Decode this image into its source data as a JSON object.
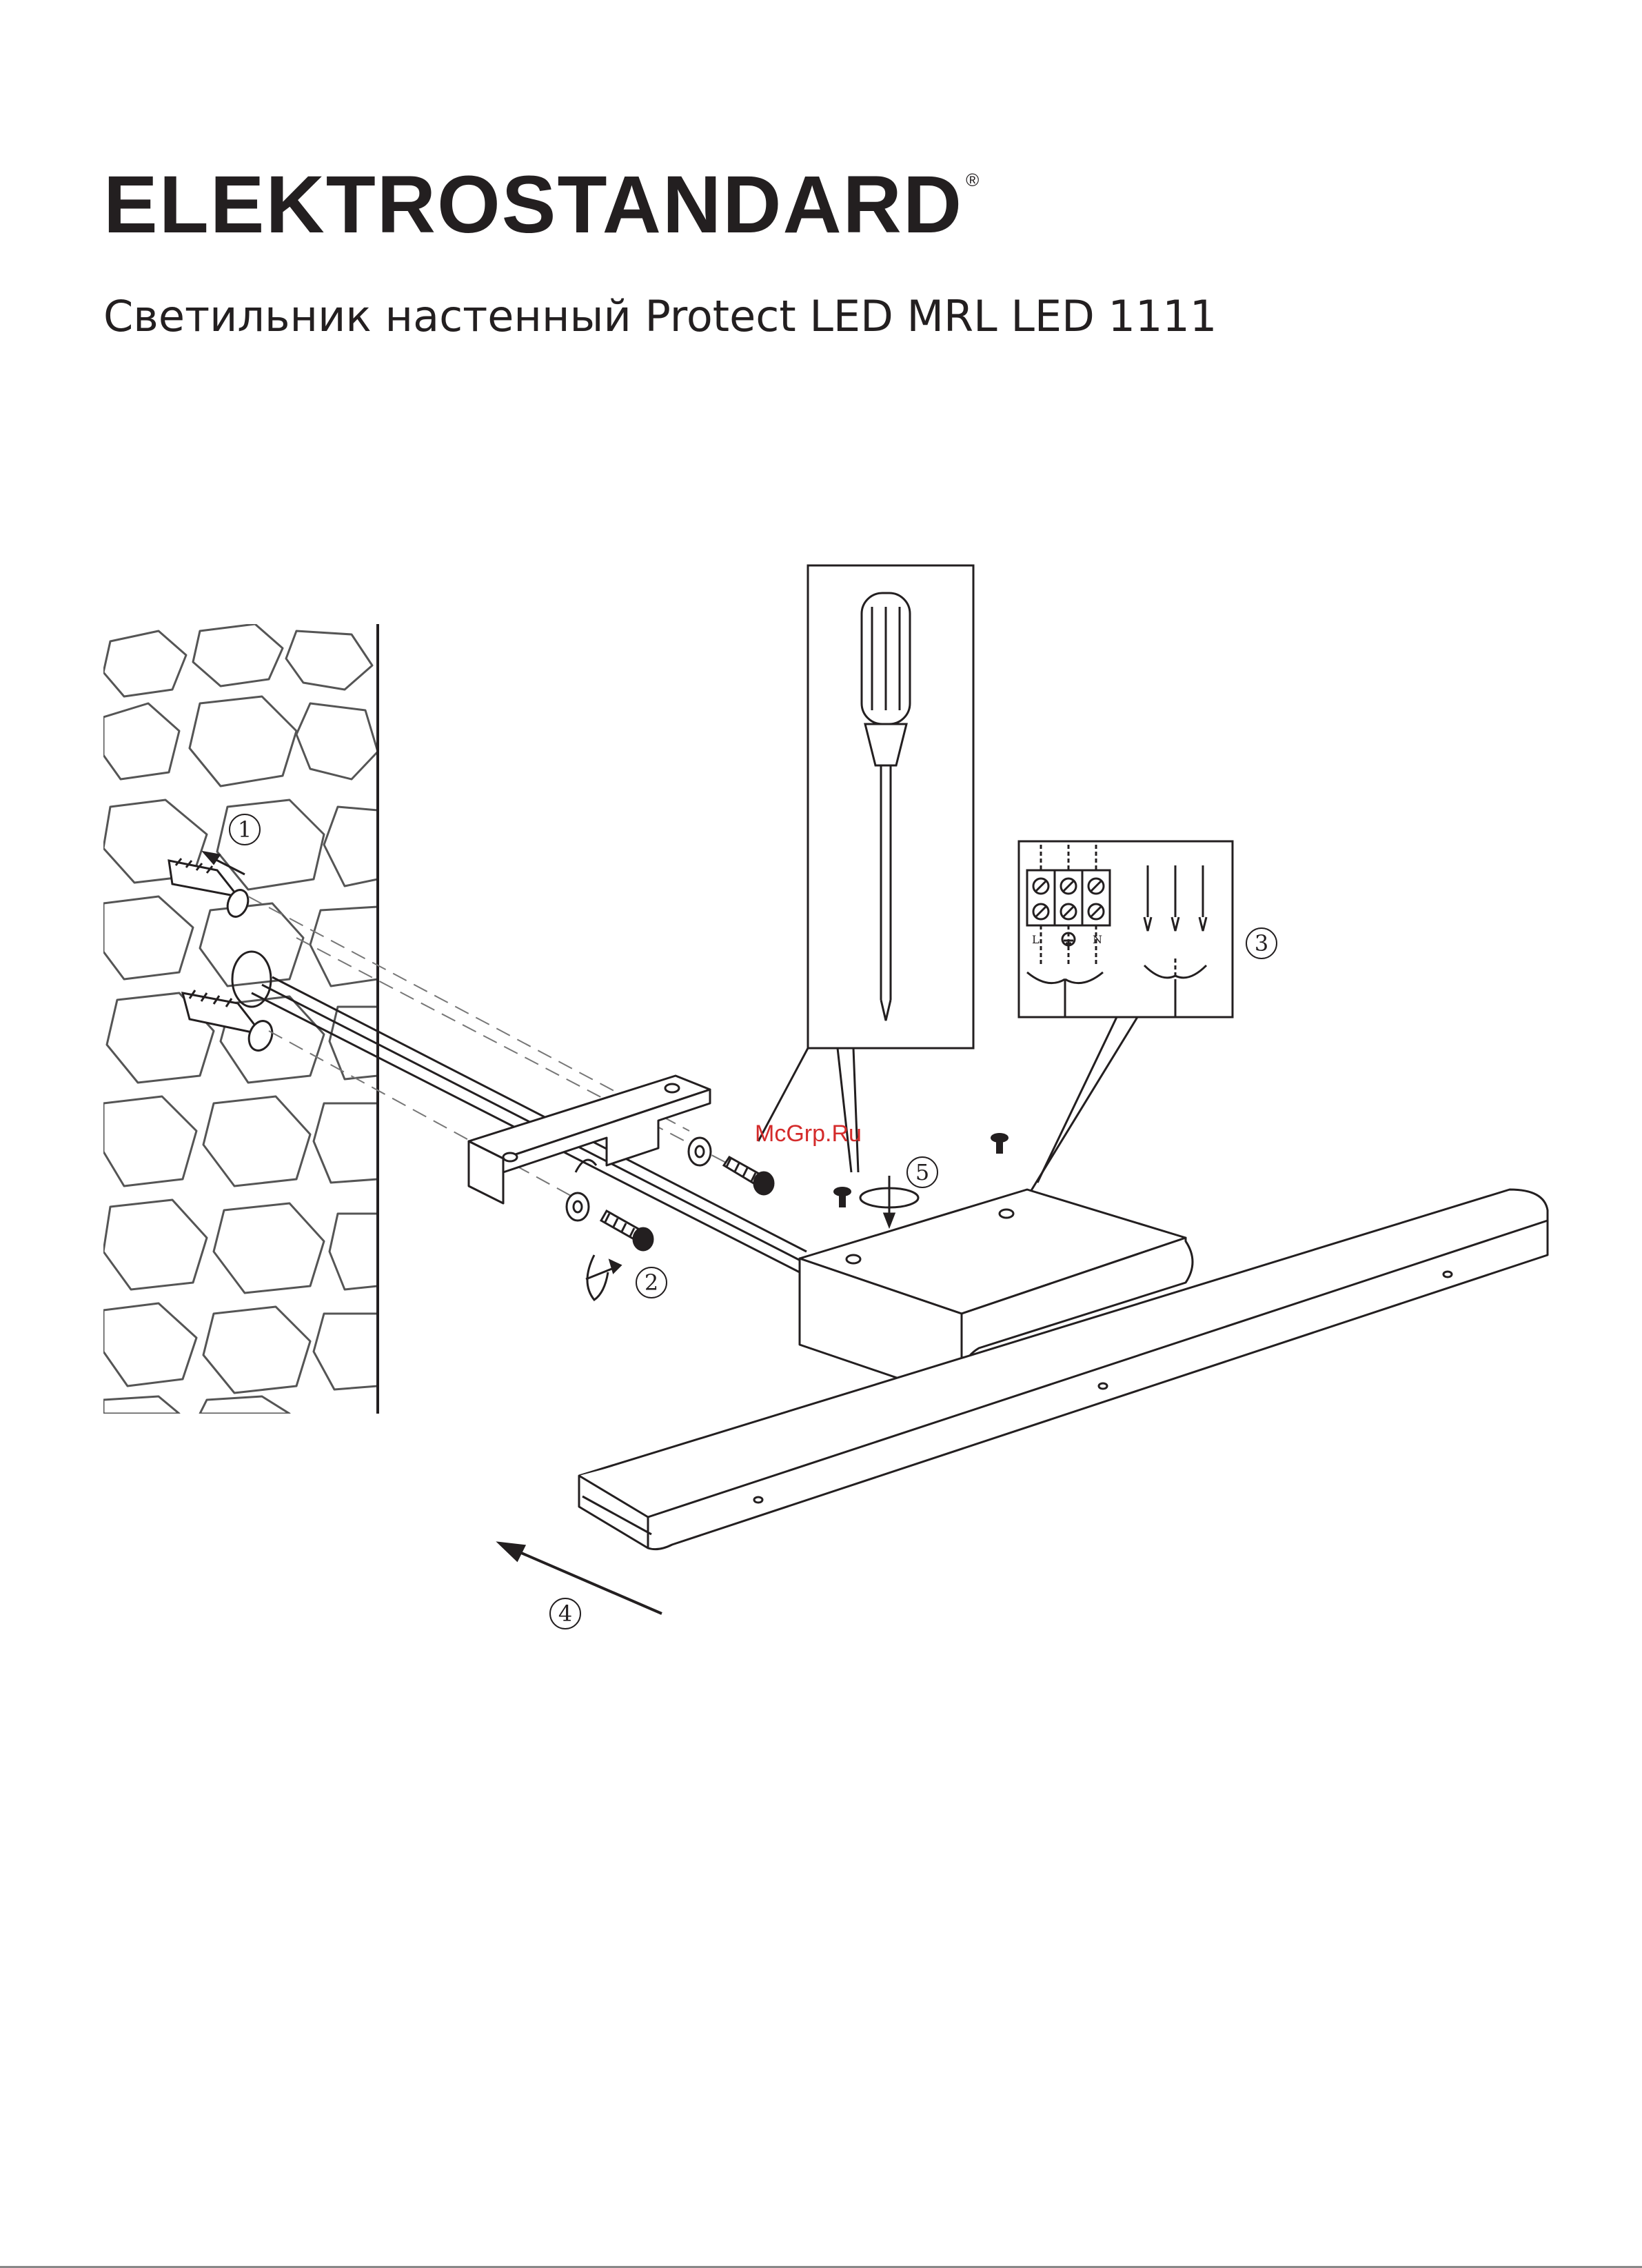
{
  "header": {
    "brand": "ELEKTROSTANDARD",
    "registered_mark": "®",
    "product_title": "Светильник настенный Protect LED MRL LED 1111"
  },
  "watermark": "McGrp.Ru",
  "steps": [
    "1",
    "2",
    "3",
    "4",
    "5"
  ],
  "terminal_labels": [
    "L",
    "N"
  ],
  "colors": {
    "ink": "#231f20",
    "watermark": "#d42b2b",
    "stone": "#555555"
  }
}
